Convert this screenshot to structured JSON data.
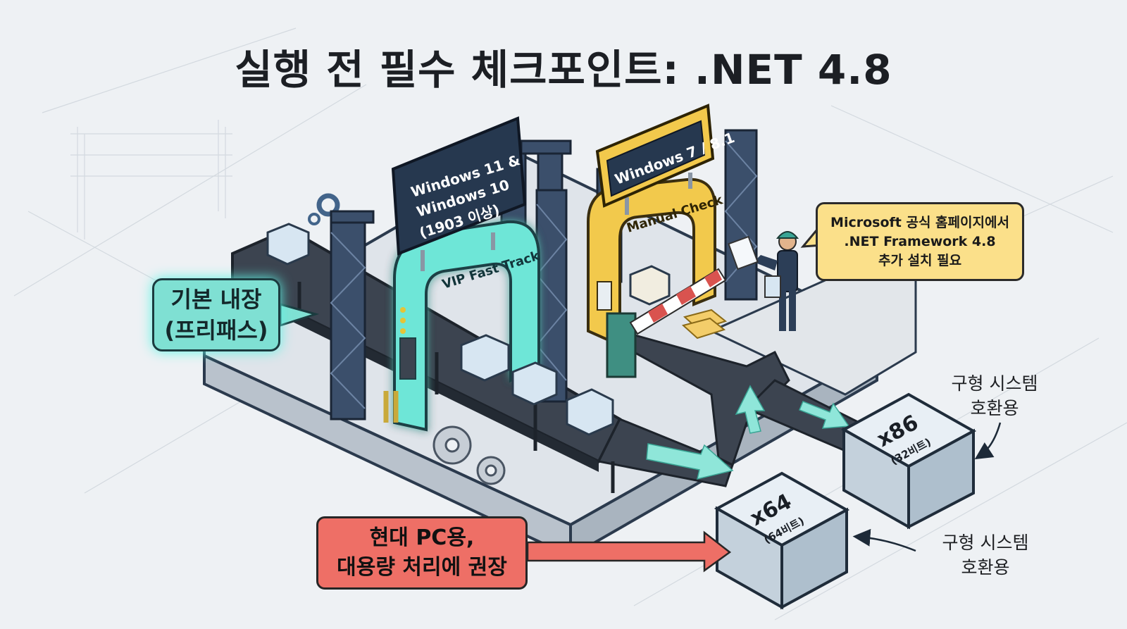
{
  "title": "실행 전 필수 체크포인트: .NET 4.8",
  "lanes": {
    "fast": {
      "sign_lines": [
        "Windows 11 &",
        "Windows 10",
        "(1903 이상)"
      ],
      "gate_label": "VIP Fast Track"
    },
    "manual": {
      "sign": "Windows 7 / 8.1",
      "gate_label": "Manual Check"
    }
  },
  "callouts": {
    "builtin_lines": [
      "기본 내장",
      "(프리패스)"
    ],
    "install_lines": [
      "Microsoft 공식 홈페이지에서",
      ".NET Framework 4.8",
      "추가 설치 필요"
    ],
    "modern_lines": [
      "현대 PC용,",
      "대용량 처리에 권장"
    ]
  },
  "outputs": {
    "x86": {
      "name": "x86",
      "bits": "(32비트)"
    },
    "x64": {
      "name": "x64",
      "bits": "(64비트)"
    }
  },
  "legacy_labels": {
    "top_lines": [
      "구형 시스템",
      "호환용"
    ],
    "bottom_lines": [
      "구형 시스템",
      "호환용"
    ]
  },
  "colors": {
    "fast_track": "#5ff3e4",
    "manual_check": "#f2c94c",
    "alert": "#ee6f66",
    "frame": "#2c3e57"
  }
}
